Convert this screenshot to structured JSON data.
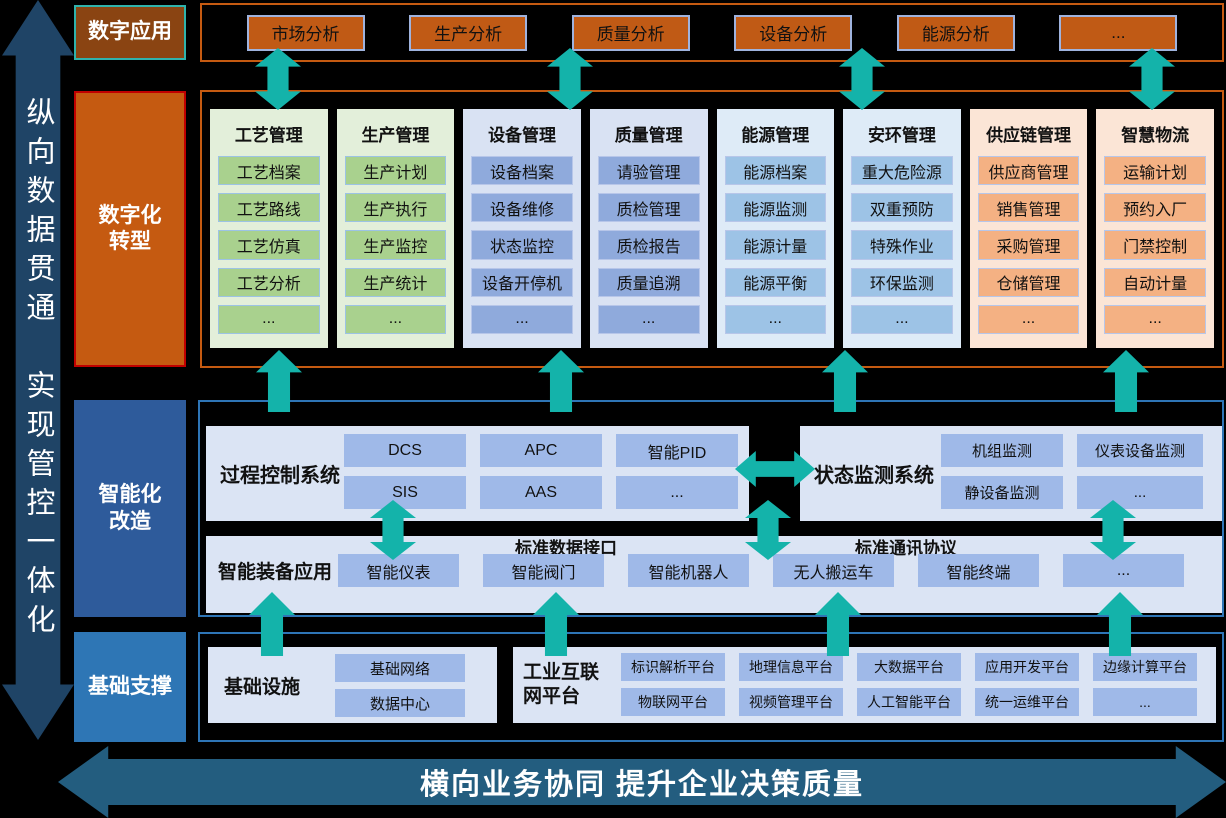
{
  "left_arrow": {
    "text": "纵向数据贯通　实现管控一体化"
  },
  "bottom_arrow": {
    "text": "横向业务协同 提升企业决策质量"
  },
  "layers": {
    "app": {
      "label": "数字应用",
      "items": [
        "市场分析",
        "生产分析",
        "质量分析",
        "设备分析",
        "能源分析",
        "..."
      ]
    },
    "transform": {
      "label": "数字化转型",
      "columns": [
        {
          "title": "工艺管理",
          "palette": "green",
          "items": [
            "工艺档案",
            "工艺路线",
            "工艺仿真",
            "工艺分析",
            "..."
          ]
        },
        {
          "title": "生产管理",
          "palette": "green",
          "items": [
            "生产计划",
            "生产执行",
            "生产监控",
            "生产统计",
            "..."
          ]
        },
        {
          "title": "设备管理",
          "palette": "periwinkle",
          "items": [
            "设备档案",
            "设备维修",
            "状态监控",
            "设备开停机",
            "..."
          ]
        },
        {
          "title": "质量管理",
          "palette": "periwinkle",
          "items": [
            "请验管理",
            "质检管理",
            "质检报告",
            "质量追溯",
            "..."
          ]
        },
        {
          "title": "能源管理",
          "palette": "sky",
          "items": [
            "能源档案",
            "能源监测",
            "能源计量",
            "能源平衡",
            "..."
          ]
        },
        {
          "title": "安环管理",
          "palette": "sky",
          "items": [
            "重大危险源",
            "双重预防",
            "特殊作业",
            "环保监测",
            "..."
          ]
        },
        {
          "title": "供应链管理",
          "palette": "peach",
          "items": [
            "供应商管理",
            "销售管理",
            "采购管理",
            "仓储管理",
            "..."
          ]
        },
        {
          "title": "智慧物流",
          "palette": "peach",
          "items": [
            "运输计划",
            "预约入厂",
            "门禁控制",
            "自动计量",
            "..."
          ]
        }
      ]
    },
    "smart": {
      "label": "智能化改造",
      "process": {
        "title": "过程控制系统",
        "items": [
          "DCS",
          "APC",
          "智能PID",
          "SIS",
          "AAS",
          "..."
        ]
      },
      "monitor": {
        "title": "状态监测系统",
        "items": [
          "机组监测",
          "仪表设备监测",
          "静设备监测",
          "..."
        ]
      },
      "equipment": {
        "title": "智能装备应用",
        "sections": [
          "标准数据接口",
          "标准通讯协议"
        ],
        "items": [
          "智能仪表",
          "智能阀门",
          "智能机器人",
          "无人搬运车",
          "智能终端",
          "..."
        ]
      }
    },
    "foundation": {
      "label": "基础支撑",
      "infra": {
        "title": "基础设施",
        "items": [
          "基础网络",
          "数据中心"
        ]
      },
      "platform": {
        "title": "工业互联网平台",
        "rows": [
          [
            "标识解析平台",
            "地理信息平台",
            "大数据平台",
            "应用开发平台",
            "边缘计算平台"
          ],
          [
            "物联网平台",
            "视频管理平台",
            "人工智能平台",
            "统一运维平台",
            "..."
          ]
        ]
      }
    }
  },
  "colors": {
    "background": "#000000",
    "accent_orange_border": "#C55A11",
    "accent_blue_border": "#2E75B6",
    "arrow_teal": "#14B3AA",
    "vertical_arrow_blue": "#1F4466",
    "bottom_arrow_blue": "#235D7F",
    "layer_app_bg": "#8A4412",
    "layer_app_border": "#2FB3AC",
    "layer_transform_bg": "#C55A11",
    "layer_smart_bg": "#2E5B9B",
    "layer_foundation_bg": "#2E76B5",
    "panel_bg": "#DBE4F4",
    "panel_item_bg": "#9FB9E8",
    "green_column_bg": "#E3EFDA",
    "green_item_bg": "#A9D18E",
    "periwinkle_column_bg": "#D9E2F3",
    "periwinkle_item_bg": "#8FAADC",
    "sky_column_bg": "#DEEBF7",
    "sky_item_bg": "#9DC3E6",
    "peach_column_bg": "#FBE5D6",
    "peach_item_bg": "#F4B183",
    "app_item_bg": "#C05A15"
  }
}
